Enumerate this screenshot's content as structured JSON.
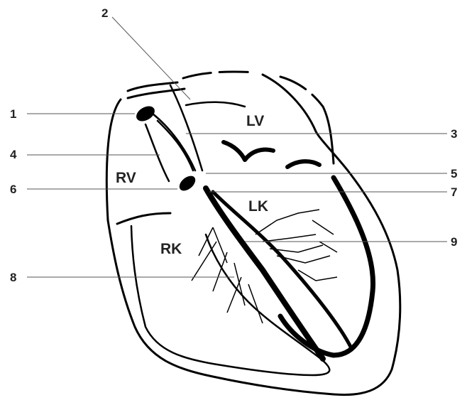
{
  "diagram": {
    "numbers": {
      "n1": "1",
      "n2": "2",
      "n3": "3",
      "n4": "4",
      "n5": "5",
      "n6": "6",
      "n7": "7",
      "n8": "8",
      "n9": "9"
    },
    "regions": {
      "lv": "LV",
      "rv": "RV",
      "lk": "LK",
      "rk": "RK"
    },
    "colors": {
      "ink": "#000000",
      "leader": "#555555",
      "label": "#222222",
      "background": "#ffffff"
    }
  }
}
